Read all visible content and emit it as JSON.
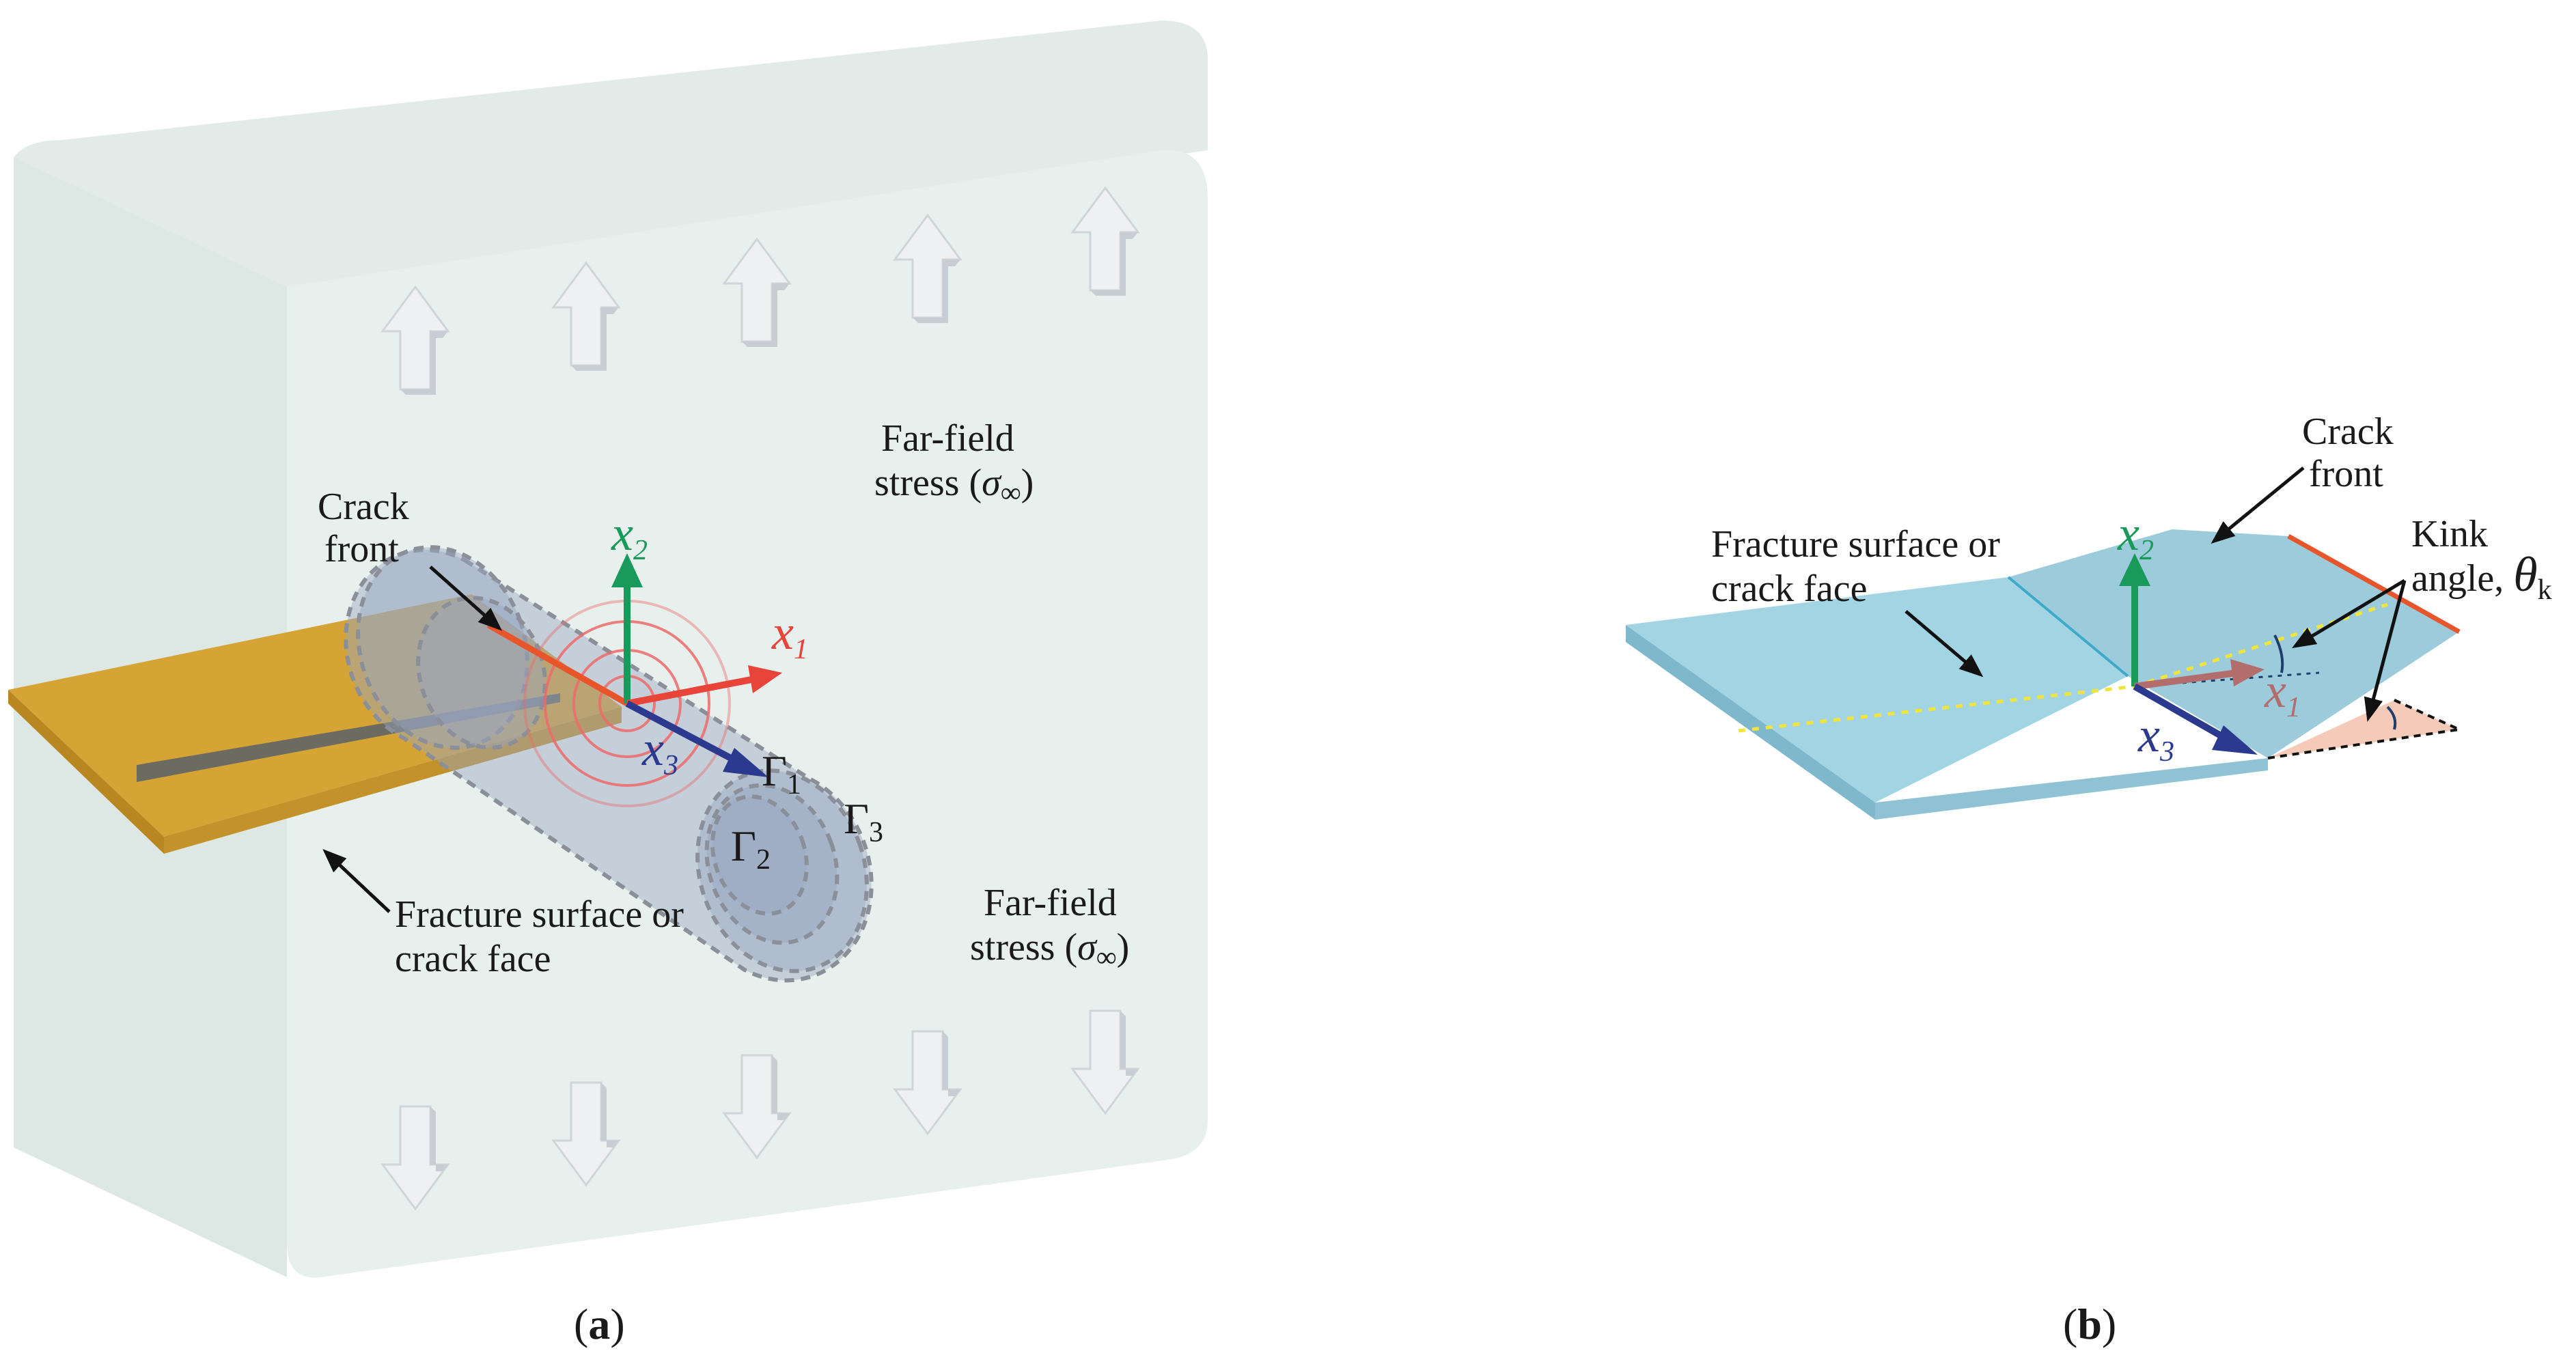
{
  "panel_a": {
    "crack_front": [
      "Crack",
      "front"
    ],
    "far_field_top": [
      "Far-field",
      "stress (",
      "σ",
      "∞",
      ")"
    ],
    "far_field_bottom": [
      "Far-field",
      "stress (",
      "σ",
      "∞",
      ")"
    ],
    "fracture_surface": [
      "Fracture surface or",
      "crack face"
    ],
    "x1": {
      "sym": "x",
      "sub": "1"
    },
    "x2": {
      "sym": "x",
      "sub": "2"
    },
    "x3": {
      "sym": "x",
      "sub": "3"
    },
    "gamma1": {
      "sym": "Γ",
      "sub": "1"
    },
    "gamma2": {
      "sym": "Γ",
      "sub": "2"
    },
    "gamma3": {
      "sym": "Γ",
      "sub": "3"
    },
    "caption": [
      "(",
      "a",
      ")"
    ]
  },
  "panel_b": {
    "crack_front": [
      "Crack",
      "front"
    ],
    "fracture_surface": [
      "Fracture surface or",
      "crack face"
    ],
    "kink": [
      "Kink",
      "angle, ",
      "θ",
      "k"
    ],
    "x1": {
      "sym": "x",
      "sub": "1"
    },
    "x2": {
      "sym": "x",
      "sub": "2"
    },
    "x3": {
      "sym": "x",
      "sub": "3"
    },
    "caption": [
      "(",
      "b",
      ")"
    ]
  },
  "colors": {
    "x1_axis": "#e8443a",
    "x2_axis": "#1a9a5a",
    "x3_axis": "#2b3a8f",
    "crack_front": "#e8552a",
    "crack_face_a": "#d6a335",
    "crack_face_b": "#a3d4e4",
    "body_block": "#e4eeeb",
    "tube": "#9aa7c2",
    "kink_x1": "#b36d6d"
  }
}
